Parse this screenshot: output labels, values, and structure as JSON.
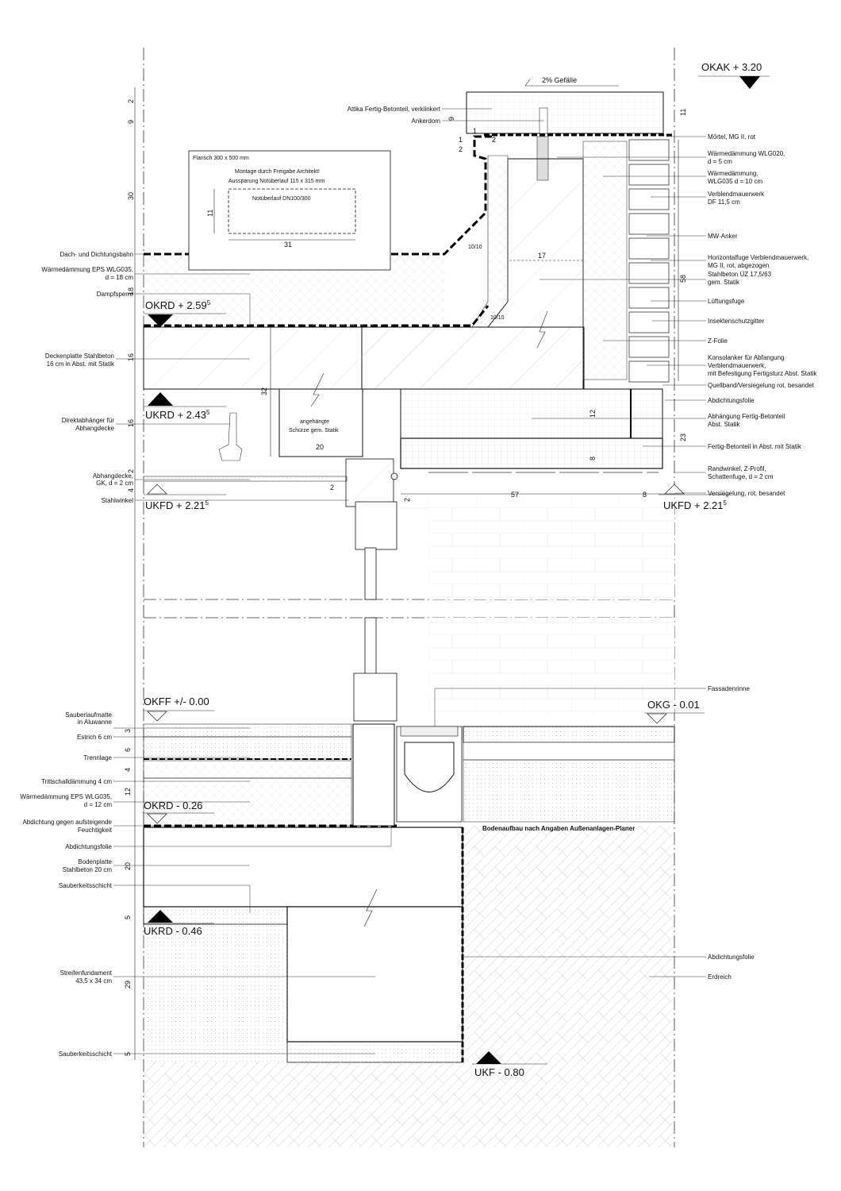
{
  "levels": {
    "okak": "OKAK  + 3.20",
    "okrd_top": "OKRD + 2.59",
    "okrd_top_sup": "5",
    "ukrd_top": "UKRD  + 2.43",
    "ukrd_top_sup": "5",
    "ukfd_left": "UKFD  + 2.21",
    "ukfd_left_sup": "5",
    "ukfd_right": "UKFD + 2.21",
    "ukfd_right_sup": "5",
    "okff": "OKFF +/- 0.00",
    "okg": "OKG - 0.01",
    "okrd_bottom": "OKRD - 0.26",
    "ukrd_bottom": "UKRD - 0.46",
    "ukf": "UKF - 0.80"
  },
  "slope": "2% Gefälle",
  "flange_box": {
    "title": "Flansch 300 x 500 mm",
    "line1": "Montage durch Freigabe Architekt!",
    "line2": "Aussparung Notüberlauf 115 x 315 mm",
    "inner": "Notüberlauf DN100/300"
  },
  "left_labels": [
    "Dach- und Dichtungsbahn",
    "Wärmedämmung EPS WLG035,",
    "d = 18 cm",
    "Dampfsperre",
    "Deckenplatte Stahlbeton",
    "16 cm in Abst. mit Statik",
    "Direktabhänger für",
    "Abhangdecke",
    "Abhangdecke,",
    "GK, d = 2 cm",
    "Stahlwinkel",
    "Sauberlaufmatte",
    "in Aluwanne",
    "Estrich 6 cm",
    "Trennlage",
    "Trittschalldämmung 4 cm",
    "Wärmedämmung EPS WLG035,",
    "d = 12 cm",
    "Abdichtung gegen aufsteigende",
    "Feuchtigkeit",
    "Abdichtungsfolie",
    "Bodenplatte",
    "Stahlbeton 20 cm",
    "Sauberkeitsschicht",
    "Streifenfundament",
    "43,5 x 34 cm",
    "Sauberkeitsschicht"
  ],
  "right_labels": [
    "Mörtel, MG II, rot",
    "Wärmedämmung WLG020,",
    "d = 5 cm",
    "Wärmedämmung,",
    "WLG035 d = 10 cm",
    "Verblendmauerwerk",
    "DF 11,5 cm",
    "MW-Anker",
    "Horizontalfuge Verblendmauerwerk,",
    "MG II, rot, abgezogen",
    "Stahlbeton ÜZ 17,5/63",
    "gem. Statik",
    "Lüftungsfuge",
    "Insektenschutzgitter",
    "Z-Folie",
    "Konsolanker für Abfangung",
    "Verblendmauerwerk,",
    "mit Befestigung Fertigsturz Abst. Statik",
    "Quellband/Versiegelung rot, besandet",
    "Abdichtungsfolie",
    "Abhängung Fertig-Betonteil",
    "Abst. Statik",
    "Fertig-Betonteil in Abst. mit Statik",
    "Randwinkel, Z-Profil,",
    "Schattenfuge, d = 2 cm",
    "Versiegelung, rot, besandet",
    "Fassadenrinne",
    "Abdichtungsfolie",
    "Erdreich"
  ],
  "top_labels": {
    "attika": "Attika Fertig-Betonteil, verklinkert",
    "ankerdom": "Ankerdom",
    "schuerze1": "angehängte",
    "schuerze2": "Schürze gem. Statik",
    "ground_note": "Bodenaufbau nach Angaben Außenanlagen-Planer"
  },
  "dims": {
    "d2": "2",
    "d9": "9",
    "d30": "30",
    "d18": "18",
    "d16a": "16",
    "d16b": "16",
    "d2b": "2",
    "d4": "4",
    "d3": "3",
    "d6": "6",
    "d4b": "4",
    "d12": "12",
    "d20": "20",
    "d5": "5",
    "d29": "29",
    "d5b": "5",
    "d11": "11",
    "d31": "31",
    "d17": "17",
    "d58": "58",
    "d32": "32",
    "d20b": "20",
    "d2c": "2",
    "d2d": "2",
    "d57": "57",
    "d8": "8",
    "d12b": "12",
    "d8b": "8",
    "d23": "23",
    "d11b": "11",
    "d1": "1",
    "d1b": "1",
    "d2e": "2",
    "d2f": "2",
    "d9b": "9",
    "d1010a": "10/10",
    "d1010b": "10/10",
    "sup5": "5"
  }
}
